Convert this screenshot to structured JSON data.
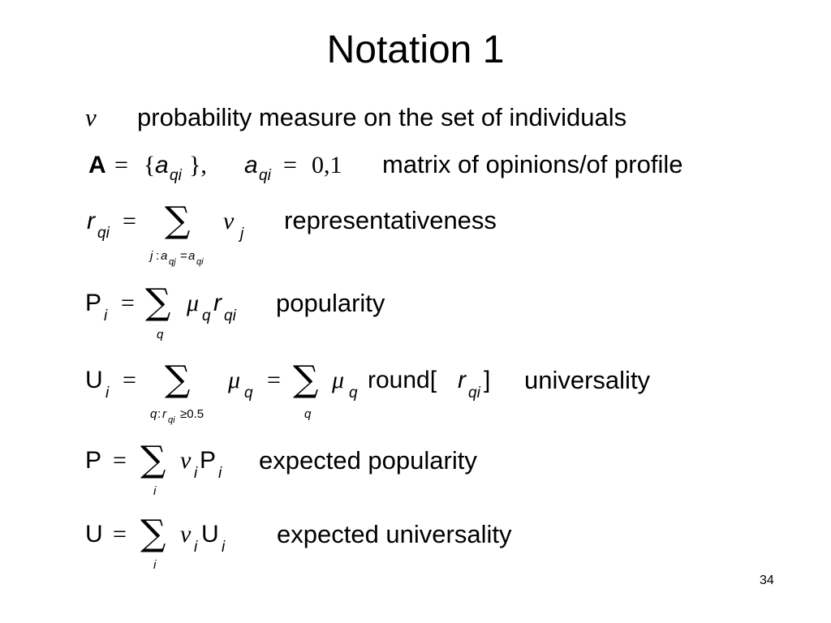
{
  "slide": {
    "title": "Notation 1",
    "page_number": "34"
  },
  "rows": {
    "nu": {
      "symbol": "ν",
      "description": "probability measure on the set of individuals"
    },
    "A": {
      "bold_symbol": "A",
      "equals": "=",
      "open_brace": "{",
      "a": "a",
      "sub": "qi",
      "close_brace": "},",
      "a2": "a",
      "sub2": "qi",
      "equals2": "=",
      "value": "0,1",
      "description": "matrix of opinions/of profile"
    },
    "r": {
      "lhs": "r",
      "lhs_sub": "qi",
      "equals": "=",
      "sigma": "∑",
      "limit_j": "j",
      "limit_colon": ":",
      "limit_a1": "a",
      "limit_a1_sub": "qj",
      "limit_eq": "=",
      "limit_a2": "a",
      "limit_a2_sub": "qi",
      "term": "ν",
      "term_sub": "j",
      "description": "representativeness"
    },
    "P_i": {
      "lhs": "P",
      "lhs_sub": "i",
      "equals": "=",
      "sigma": "∑",
      "limit": "q",
      "mu": "μ",
      "mu_sub": "q",
      "r": "r",
      "r_sub": "qi",
      "description": "popularity"
    },
    "U_i": {
      "lhs": "U",
      "lhs_sub": "i",
      "equals": "=",
      "sigma": "∑",
      "limit_q": "q",
      "limit_colon": ":",
      "limit_r": "r",
      "limit_r_sub": "qi",
      "limit_ge": "≥0.5",
      "mu": "μ",
      "mu_sub": "q",
      "equals2": "=",
      "sigma2": "∑",
      "limit2": "q",
      "mu2": "μ",
      "mu2_sub": "q",
      "round": "round[",
      "r": "r",
      "r_sub": "qi",
      "close": "]",
      "description": "universality"
    },
    "P": {
      "lhs": "P",
      "equals": "=",
      "sigma": "∑",
      "limit": "i",
      "nu": "ν",
      "nu_sub": "i",
      "term": "P",
      "term_sub": "i",
      "description": "expected popularity"
    },
    "U": {
      "lhs": "U",
      "equals": "=",
      "sigma": "∑",
      "limit": "i",
      "nu": "ν",
      "nu_sub": "i",
      "term": "U",
      "term_sub": "i",
      "description": "expected universality"
    }
  }
}
